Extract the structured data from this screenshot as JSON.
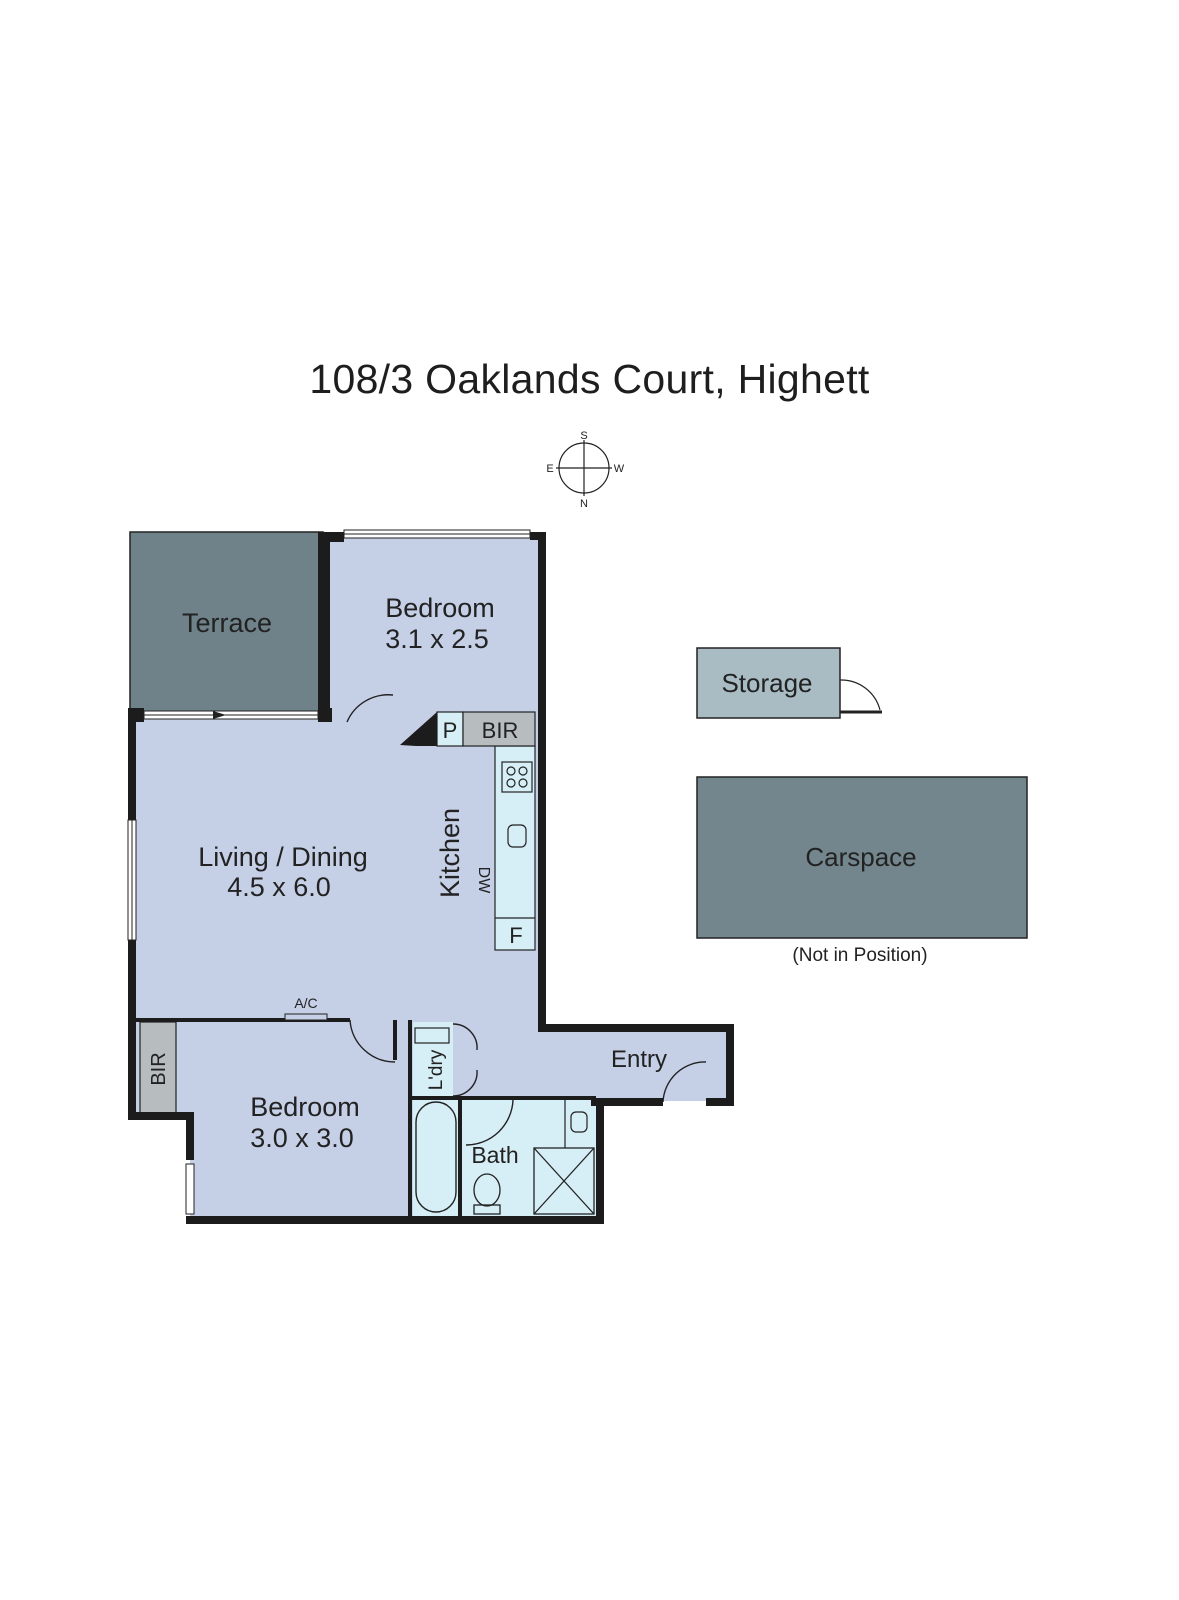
{
  "title": "108/3 Oaklands Court, Highett",
  "compass": {
    "north": "N",
    "south": "S",
    "east": "E",
    "west": "W"
  },
  "colors": {
    "interior": "#c5cfe6",
    "wet_area": "#d6eef5",
    "terrace": "#6f8289",
    "carspace": "#73868d",
    "storage": "#a9bcc4",
    "robe": "#b7bcbf",
    "wall": "#1c1c1c"
  },
  "rooms": {
    "terrace": {
      "name": "Terrace"
    },
    "bedroom1": {
      "name": "Bedroom",
      "size": "3.1 x 2.5"
    },
    "living": {
      "name": "Living / Dining",
      "size": "4.5 x 6.0"
    },
    "kitchen": {
      "name": "Kitchen",
      "dw": "DW",
      "fridge": "F",
      "pantry": "P",
      "bir": "BIR"
    },
    "bedroom2": {
      "name": "Bedroom",
      "size": "3.0 x 3.0",
      "bir": "BIR",
      "ac": "A/C"
    },
    "laundry": {
      "name": "L'dry"
    },
    "bath": {
      "name": "Bath"
    },
    "entry": {
      "name": "Entry"
    },
    "storage": {
      "name": "Storage"
    },
    "carspace": {
      "name": "Carspace",
      "note": "(Not in Position)"
    }
  }
}
